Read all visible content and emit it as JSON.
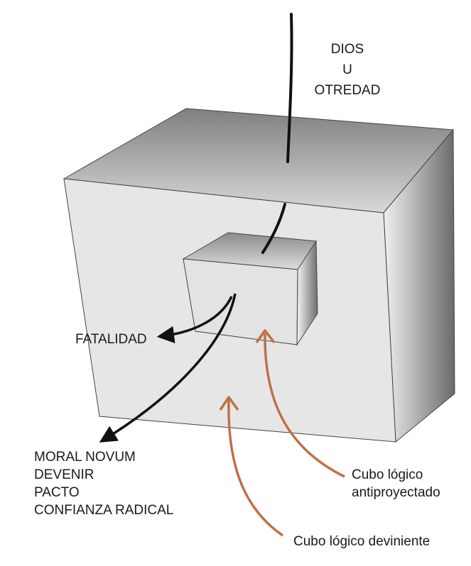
{
  "top_label": {
    "lines": [
      "DIOS",
      "U",
      "OTREDAD"
    ]
  },
  "fatalidad_label": "FATALIDAD",
  "outcomes_label": {
    "lines": [
      "MORAL NOVUM",
      "DEVENIR",
      "PACTO",
      "CONFIANZA RADICAL"
    ]
  },
  "inner_cube_label": {
    "lines": [
      "Cubo lógico",
      "antiproyectado"
    ]
  },
  "outer_cube_label": "Cubo lógico deviniente",
  "colors": {
    "cube_front": "#e6e6e6",
    "cube_top": "#a8a8a8",
    "cube_side": "#7a7a7a",
    "black_arrow": "#111111",
    "brown_arrow": "#c0704a"
  }
}
